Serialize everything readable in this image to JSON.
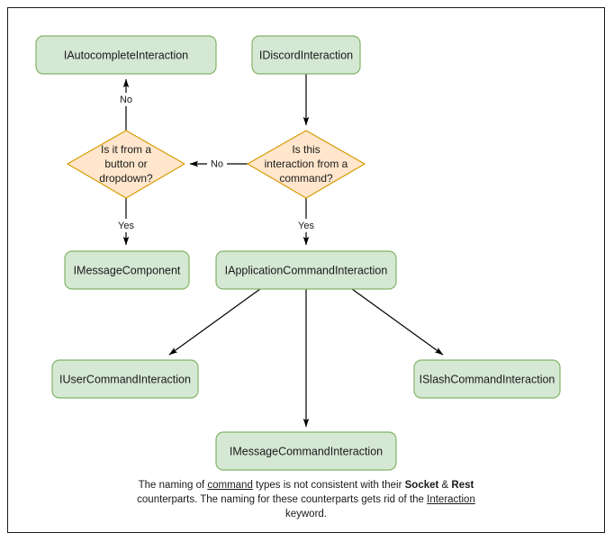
{
  "diagram": {
    "title": "Discord interaction type hierarchy flowchart",
    "colors": {
      "process_fill": "#d5e8d4",
      "process_stroke": "#82b366",
      "decision_fill": "#ffe6cc",
      "decision_stroke": "#d79b00",
      "edge": "#000000",
      "text": "#1a1a1a",
      "frame": "#1a1a1a",
      "background": "#ffffff"
    },
    "nodes": {
      "autocomplete": {
        "label": "IAutocompleteInteraction",
        "shape": "process"
      },
      "discord": {
        "label": "IDiscordInteraction",
        "shape": "process"
      },
      "decision_button": {
        "shape": "decision",
        "lines": [
          "Is it from a",
          "button or",
          "dropdown?"
        ]
      },
      "decision_command": {
        "shape": "decision",
        "lines": [
          "Is this",
          "interaction from a",
          "command?"
        ]
      },
      "message_component": {
        "label": "IMessageComponent",
        "shape": "process"
      },
      "application_command": {
        "label": "IApplicationCommandInteraction",
        "shape": "process"
      },
      "user_command": {
        "label": "IUserCommandInteraction",
        "shape": "process"
      },
      "message_command": {
        "label": "IMessageCommandInteraction",
        "shape": "process"
      },
      "slash_command": {
        "label": "ISlashCommandInteraction",
        "shape": "process"
      }
    },
    "edge_labels": {
      "decision_button_no": "No",
      "decision_button_yes": "Yes",
      "decision_command_no": "No",
      "decision_command_yes": "Yes"
    },
    "caption": {
      "line1_part1": "The naming of ",
      "line1_underlined": "command",
      "line1_part2": " types is not consistent with their",
      "line2_bold1": "Socket",
      "line2_amp": " & ",
      "line2_bold2": "Rest",
      "line2_rest": " counterparts. The naming for these",
      "line3_part1": "counterparts gets rid of the ",
      "line3_underlined": "Interaction",
      "line3_part2": " keyword."
    }
  }
}
